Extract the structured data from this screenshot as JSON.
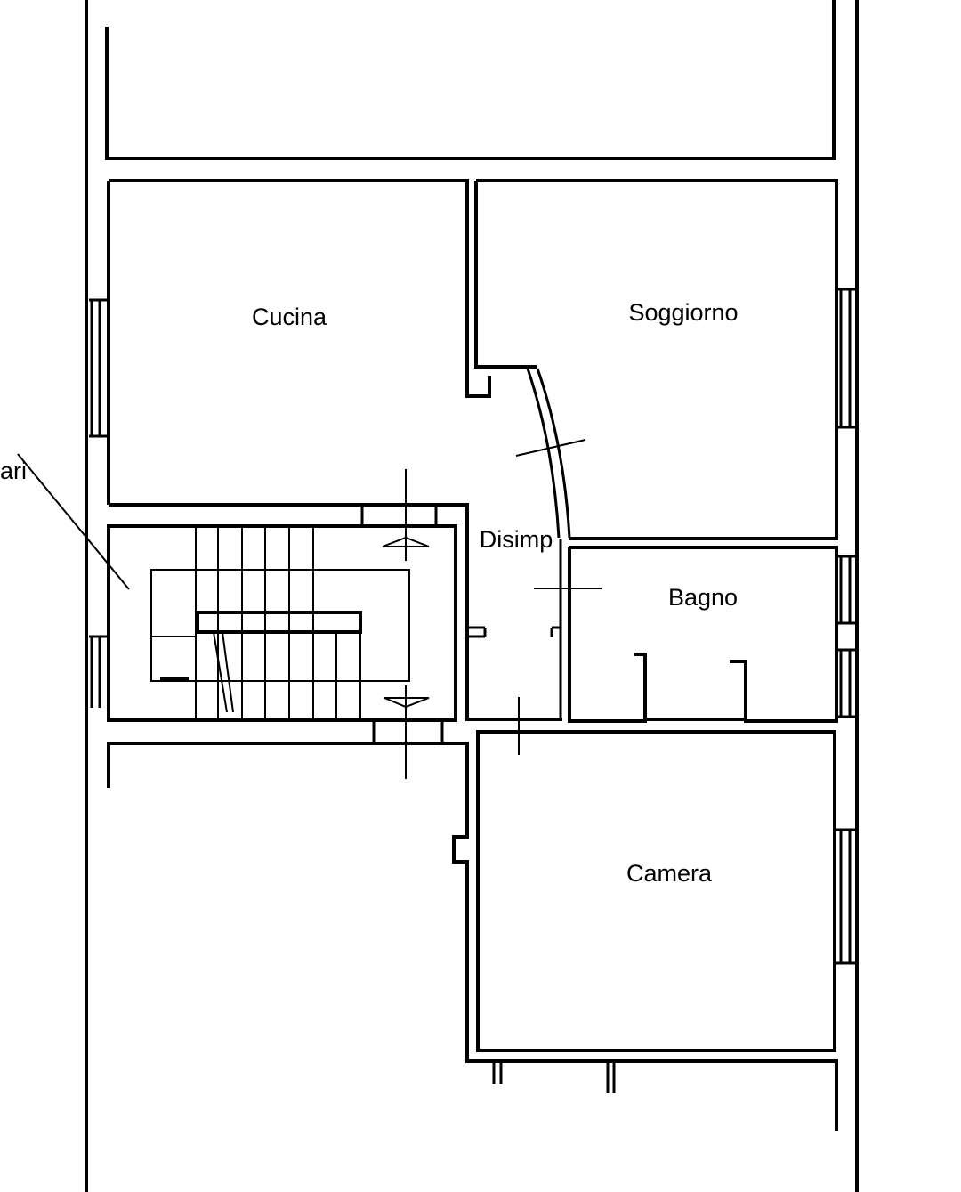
{
  "plan": {
    "rooms": {
      "cucina": "Cucina",
      "soggiorno": "Soggiorno",
      "disimpegno": "Disimp",
      "bagno": "Bagno",
      "camera": "Camera"
    },
    "side_note": "ari"
  },
  "colors": {
    "ink": "#000000",
    "paper": "#ffffff"
  }
}
